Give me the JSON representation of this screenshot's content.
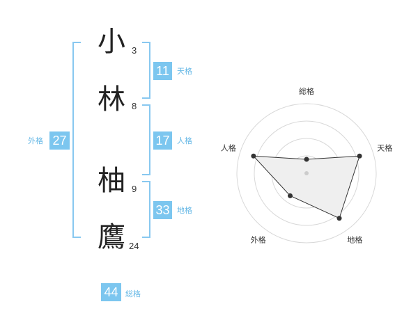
{
  "name_chars": [
    {
      "char": "小",
      "strokes": "3"
    },
    {
      "char": "林",
      "strokes": "8"
    },
    {
      "char": "柚",
      "strokes": "9"
    },
    {
      "char": "鷹",
      "strokes": "24"
    }
  ],
  "fortunes": {
    "tenkaku": {
      "value": "11",
      "label": "天格"
    },
    "jinkaku": {
      "value": "17",
      "label": "人格"
    },
    "chikaku": {
      "value": "33",
      "label": "地格"
    },
    "gaikaku": {
      "value": "27",
      "label": "外格"
    },
    "soukaku": {
      "value": "44",
      "label": "総格"
    }
  },
  "colors": {
    "accent": "#7cc6ef",
    "bracket": "#88c8f0",
    "label": "#66b8e6"
  },
  "chart_data": {
    "type": "radar",
    "axes": [
      "総格",
      "天格",
      "地格",
      "外格",
      "人格"
    ],
    "values": [
      1,
      4,
      4,
      2,
      4
    ],
    "rmax": 5,
    "rings": 4
  }
}
